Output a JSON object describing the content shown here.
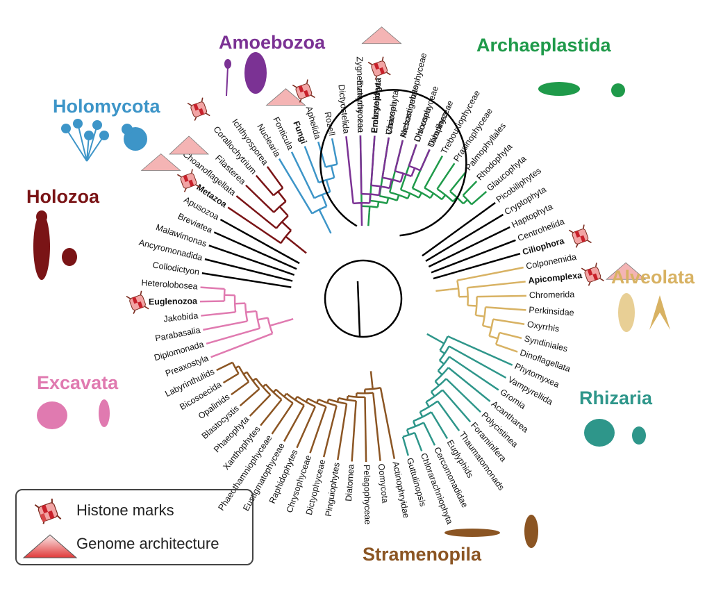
{
  "figure": {
    "title": "Eukaryotic tree of life with histone marks and genome architecture data",
    "center": "root"
  },
  "colors": {
    "Holomycota": "#3d95c8",
    "Holozoa": "#7a1416",
    "Amoebozoa": "#7b3294",
    "Archaeplastida": "#1f9a4a",
    "Alveolata": "#d8b263",
    "Rhizaria": "#2e968a",
    "Stramenopila": "#8b5523",
    "Excavata": "#e07ab0",
    "other": "#000000",
    "histone_red": "#c8202a",
    "genome_pink": "#f0a0a0"
  },
  "clades": [
    {
      "name": "Holomycota",
      "color_key": "Holomycota"
    },
    {
      "name": "Holozoa",
      "color_key": "Holozoa"
    },
    {
      "name": "Amoebozoa",
      "color_key": "Amoebozoa"
    },
    {
      "name": "Archaeplastida",
      "color_key": "Archaeplastida"
    },
    {
      "name": "Alveolata",
      "color_key": "Alveolata"
    },
    {
      "name": "Rhizaria",
      "color_key": "Rhizaria"
    },
    {
      "name": "Excavata",
      "color_key": "Excavata"
    },
    {
      "name": "Stramenopila",
      "color_key": "Stramenopila"
    }
  ],
  "leaves": [
    {
      "name": "Zygnematophyceae",
      "clade": "Archaeplastida",
      "angle": -91
    },
    {
      "name": "Embryophyta",
      "clade": "Archaeplastida",
      "angle": -86,
      "bold": true,
      "histone": true,
      "genome": true
    },
    {
      "name": "Charophyta",
      "clade": "Archaeplastida",
      "angle": -81
    },
    {
      "name": "Mesostigmatophyceae",
      "clade": "Archaeplastida",
      "angle": -76
    },
    {
      "name": "Chlorophyceae",
      "clade": "Archaeplastida",
      "angle": -71
    },
    {
      "name": "Ulvophyceae",
      "clade": "Archaeplastida",
      "angle": -66
    },
    {
      "name": "Trebouxiophyceae",
      "clade": "Archaeplastida",
      "angle": -61
    },
    {
      "name": "Prasinophyceae",
      "clade": "Archaeplastida",
      "angle": -56
    },
    {
      "name": "Palmophyllales",
      "clade": "Archaeplastida",
      "angle": -51
    },
    {
      "name": "Rhodophyta",
      "clade": "Archaeplastida",
      "angle": -46
    },
    {
      "name": "Glaucophyta",
      "clade": "Archaeplastida",
      "angle": -41
    },
    {
      "name": "Picobiliphytes",
      "clade": "other",
      "angle": -36
    },
    {
      "name": "Cryptophyta",
      "clade": "other",
      "angle": -31
    },
    {
      "name": "Haptophyta",
      "clade": "other",
      "angle": -26
    },
    {
      "name": "Centrohelida",
      "clade": "other",
      "angle": -21
    },
    {
      "name": "Ciliophora",
      "clade": "other",
      "angle": -16,
      "bold": true,
      "histone": true
    },
    {
      "name": "Colponemida",
      "clade": "Alveolata",
      "angle": -11
    },
    {
      "name": "Apicomplexa",
      "clade": "Alveolata",
      "angle": -6,
      "bold": true,
      "histone": true,
      "genome": true
    },
    {
      "name": "Chromerida",
      "clade": "Alveolata",
      "angle": -1
    },
    {
      "name": "Perkinsidae",
      "clade": "Alveolata",
      "angle": 4
    },
    {
      "name": "Oxyrrhis",
      "clade": "Alveolata",
      "angle": 9
    },
    {
      "name": "Syndiniales",
      "clade": "Alveolata",
      "angle": 14
    },
    {
      "name": "Dinoflagellata",
      "clade": "Alveolata",
      "angle": 19
    },
    {
      "name": "Phytomyxea",
      "clade": "Rhizaria",
      "angle": 24
    },
    {
      "name": "Vampyrellida",
      "clade": "Rhizaria",
      "angle": 29
    },
    {
      "name": "Gromia",
      "clade": "Rhizaria",
      "angle": 34
    },
    {
      "name": "Acantharea",
      "clade": "Rhizaria",
      "angle": 39
    },
    {
      "name": "Polycistinea",
      "clade": "Rhizaria",
      "angle": 44
    },
    {
      "name": "Foraminifera",
      "clade": "Rhizaria",
      "angle": 49
    },
    {
      "name": "Thaumatomonads",
      "clade": "Rhizaria",
      "angle": 54
    },
    {
      "name": "Euglyphids",
      "clade": "Rhizaria",
      "angle": 59
    },
    {
      "name": "Cercomonadidae",
      "clade": "Rhizaria",
      "angle": 64
    },
    {
      "name": "Chlorarachniophyta",
      "clade": "Rhizaria",
      "angle": 69
    },
    {
      "name": "Guttulinopsis",
      "clade": "Rhizaria",
      "angle": 74
    },
    {
      "name": "Actinophryidae",
      "clade": "Stramenopila",
      "angle": 79
    },
    {
      "name": "Oomycota",
      "clade": "Stramenopila",
      "angle": 84
    },
    {
      "name": "Pelagophyceae",
      "clade": "Stramenopila",
      "angle": 89
    },
    {
      "name": "Diatomea",
      "clade": "Stramenopila",
      "angle": 94
    },
    {
      "name": "Pinguiophytes",
      "clade": "Stramenopila",
      "angle": 99
    },
    {
      "name": "Dictyophyceae",
      "clade": "Stramenopila",
      "angle": 104
    },
    {
      "name": "Chrysophyceae",
      "clade": "Stramenopila",
      "angle": 109
    },
    {
      "name": "Raphidophytes",
      "clade": "Stramenopila",
      "angle": 114
    },
    {
      "name": "Eustigmatophyceae",
      "clade": "Stramenopila",
      "angle": 119
    },
    {
      "name": "Phaeothamniophyceae",
      "clade": "Stramenopila",
      "angle": 124
    },
    {
      "name": "Xanthophytes",
      "clade": "Stramenopila",
      "angle": 129
    },
    {
      "name": "Phaeophyta",
      "clade": "Stramenopila",
      "angle": 134
    },
    {
      "name": "Blastocystis",
      "clade": "Stramenopila",
      "angle": 139
    },
    {
      "name": "Opalinids",
      "clade": "Stramenopila",
      "angle": 144
    },
    {
      "name": "Bicosoecida",
      "clade": "Stramenopila",
      "angle": 149
    },
    {
      "name": "Labyrinthulids",
      "clade": "Stramenopila",
      "angle": 154
    },
    {
      "name": "Preaxostyla",
      "clade": "Excavata",
      "angle": 159
    },
    {
      "name": "Diplomonada",
      "clade": "Excavata",
      "angle": 164
    },
    {
      "name": "Parabasalia",
      "clade": "Excavata",
      "angle": 169
    },
    {
      "name": "Jakobida",
      "clade": "Excavata",
      "angle": 174
    },
    {
      "name": "Euglenozoa",
      "clade": "Excavata",
      "angle": 179,
      "bold": true,
      "histone": true
    },
    {
      "name": "Heterolobosea",
      "clade": "Excavata",
      "angle": 184
    },
    {
      "name": "Collodictyon",
      "clade": "other",
      "angle": 189
    },
    {
      "name": "Ancyromonadida",
      "clade": "other",
      "angle": 194
    },
    {
      "name": "Malawimonas",
      "clade": "other",
      "angle": 199
    },
    {
      "name": "Breviatea",
      "clade": "other",
      "angle": 204
    },
    {
      "name": "Apusozoa",
      "clade": "other",
      "angle": 209
    },
    {
      "name": "Metazoa",
      "clade": "Holozoa",
      "angle": 214,
      "bold": true,
      "histone": true,
      "genome": true
    },
    {
      "name": "Choanoflagellata",
      "clade": "Holozoa",
      "angle": 219
    },
    {
      "name": "Filasterea",
      "clade": "Holozoa",
      "angle": 224
    },
    {
      "name": "Corallochytrium",
      "clade": "Holozoa",
      "angle": 229,
      "histone": true
    },
    {
      "name": "Ichthyosporea",
      "clade": "Holozoa",
      "angle": 234
    },
    {
      "name": "Nuclearia",
      "clade": "Holomycota",
      "angle": 239
    },
    {
      "name": "Fonticula",
      "clade": "Holomycota",
      "angle": 244
    },
    {
      "name": "Fungi",
      "clade": "Holomycota",
      "angle": 249,
      "bold": true,
      "genome": true
    },
    {
      "name": "Aphelida",
      "clade": "Holomycota",
      "angle": 254,
      "histone": true
    },
    {
      "name": "Rozell",
      "clade": "Holomycota",
      "angle": 259
    },
    {
      "name": "Dictyostelida",
      "clade": "Amoebozoa",
      "angle": 264
    },
    {
      "name": "Eumycteozoa",
      "clade": "Amoebozoa",
      "angle": 269
    },
    {
      "name": "Protostelidae",
      "clade": "Amoebozoa",
      "angle": 274
    },
    {
      "name": "Variosea",
      "clade": "Amoebozoa",
      "angle": 279
    },
    {
      "name": "Archamoebae",
      "clade": "Amoebozoa",
      "angle": 284
    },
    {
      "name": "Discosea",
      "clade": "Amoebozoa",
      "angle": 289
    },
    {
      "name": "Tubulinea",
      "clade": "Amoebozoa",
      "angle": 294
    }
  ],
  "legend": {
    "histone_label": "Histone marks",
    "genome_label": "Genome architecture"
  }
}
